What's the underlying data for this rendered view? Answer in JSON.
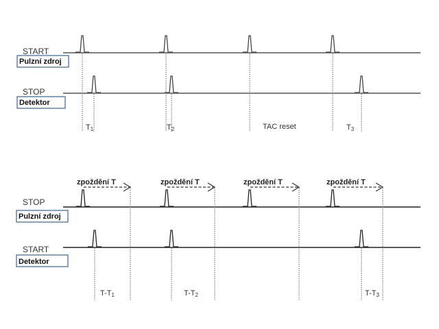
{
  "diagram_top": {
    "signal_1": {
      "label": "START",
      "box": "Pulzní zdroj"
    },
    "signal_2": {
      "label": "STOP",
      "box": "Detektor"
    },
    "interval_labels": [
      {
        "text": "T",
        "sub": "1"
      },
      {
        "text": "T",
        "sub": "2"
      },
      {
        "text": "TAC reset",
        "sub": ""
      },
      {
        "text": "T",
        "sub": "3"
      }
    ]
  },
  "diagram_bottom": {
    "signal_1": {
      "label": "STOP",
      "box": "Pulzní zdroj"
    },
    "signal_2": {
      "label": "START",
      "box": "Detektor"
    },
    "delay_label": "zpoždění T",
    "interval_labels": [
      {
        "text": "T-T",
        "sub": "1"
      },
      {
        "text": "T-T",
        "sub": "2"
      },
      {
        "text": "T-T",
        "sub": "3"
      }
    ]
  },
  "colors": {
    "line": "#555555",
    "box_border": "#4a6ea8"
  }
}
